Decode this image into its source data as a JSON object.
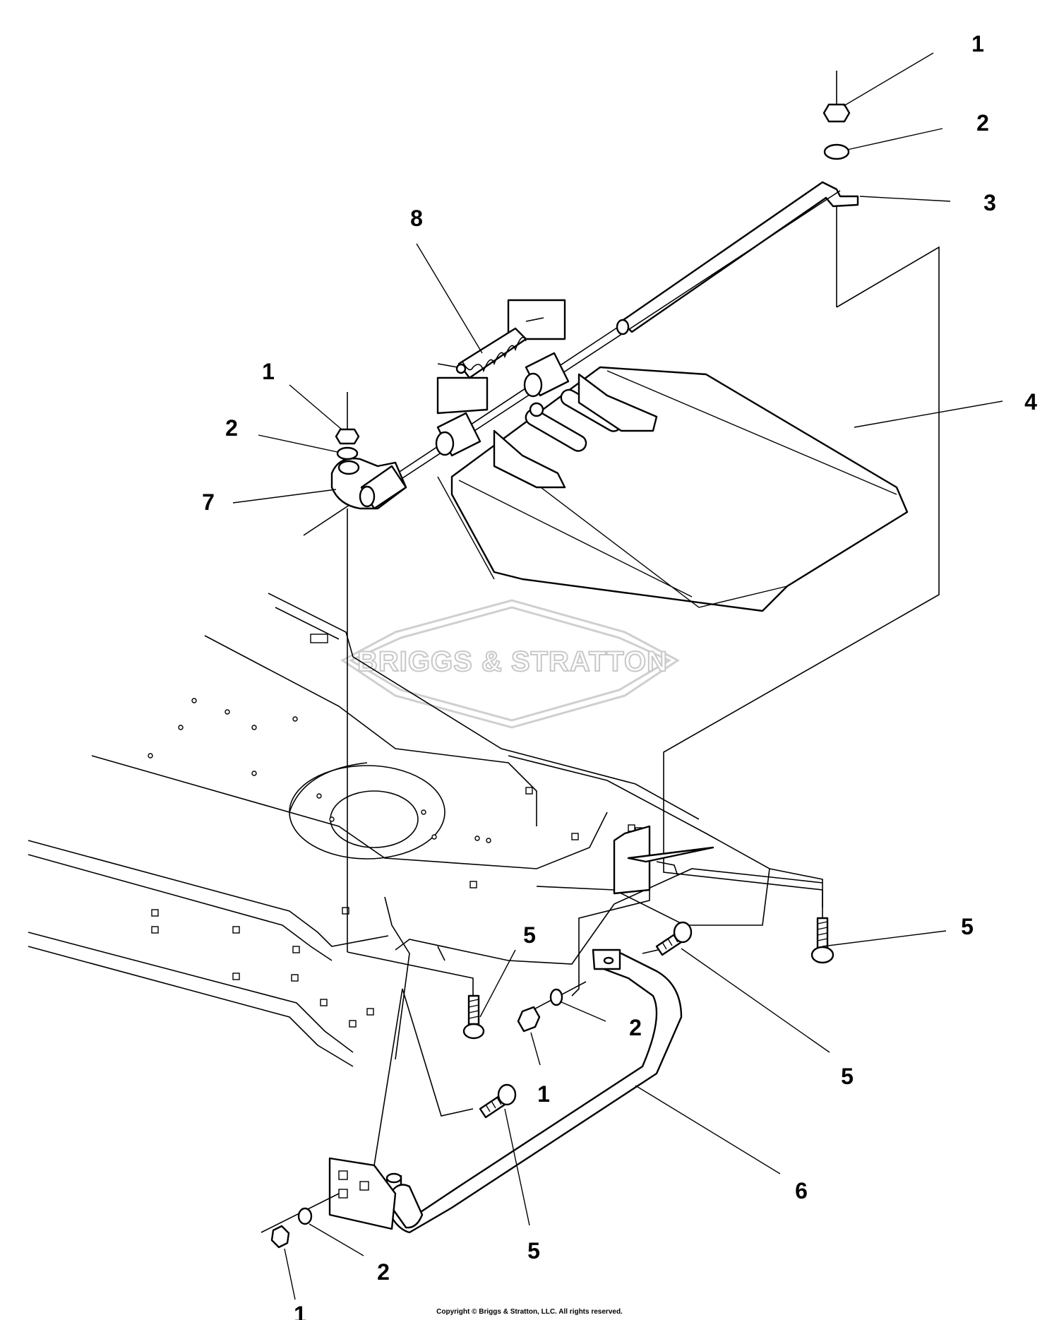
{
  "watermark": {
    "brand": "BRIGGS & STRATTON"
  },
  "copyright": "Copyright © Briggs & Stratton, LLC. All rights reserved.",
  "callouts": [
    {
      "label": "1"
    },
    {
      "label": "2"
    },
    {
      "label": "3"
    },
    {
      "label": "8"
    },
    {
      "label": "1"
    },
    {
      "label": "2"
    },
    {
      "label": "7"
    },
    {
      "label": "4"
    },
    {
      "label": "5"
    },
    {
      "label": "5"
    },
    {
      "label": "2"
    },
    {
      "label": "1"
    },
    {
      "label": "5"
    },
    {
      "label": "6"
    },
    {
      "label": "5"
    },
    {
      "label": "1"
    },
    {
      "label": "2"
    }
  ]
}
